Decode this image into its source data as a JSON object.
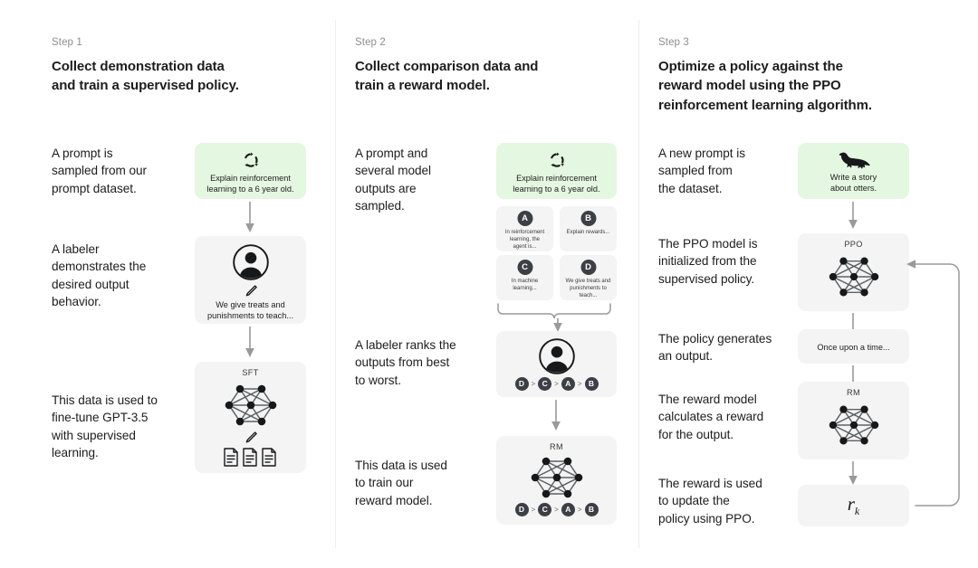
{
  "columns": [
    {
      "kicker": "Step 1",
      "title_line1": "Collect demonstration data",
      "title_line2": "and train a supervised policy.",
      "captions": [
        "A prompt is\nsampled from our\nprompt dataset.",
        "A labeler\ndemonstrates the\ndesired output\nbehavior.",
        "This data is used to\nfine-tune GPT-3.5\nwith supervised\nlearning."
      ],
      "nodes": [
        {
          "name": "prompt-box",
          "icon": "recycle-icon",
          "text": "Explain reinforcement\nlearning to a 6 year old.",
          "style": "green"
        },
        {
          "name": "labeler-box",
          "icon": "person-circle-icon",
          "sub_icon": "pencil-icon",
          "text": "We give treats and\npunishments to teach...",
          "style": "grey"
        },
        {
          "name": "sft-box",
          "label": "SFT",
          "icon": "neural-network-icon",
          "sub_icon": "pencil-icon",
          "extra_icon": "documents-icon",
          "style": "grey"
        }
      ]
    },
    {
      "kicker": "Step 2",
      "title_line1": "Collect comparison data and",
      "title_line2": "train a reward model.",
      "captions": [
        "A prompt and\nseveral model\noutputs are\nsampled.",
        "A labeler ranks the\noutputs from best\nto worst.",
        "This data is used\nto train our\nreward model."
      ],
      "prompt": {
        "icon": "recycle-icon",
        "text": "Explain reinforcement\nlearning to a 6 year old."
      },
      "options": [
        {
          "badge": "A",
          "text": "In reinforcement\nlearning, the\nagent is..."
        },
        {
          "badge": "B",
          "text": "Explain rewards..."
        },
        {
          "badge": "C",
          "text": "In machine\nlearning..."
        },
        {
          "badge": "D",
          "text": "We give treats and\npunishments to\nteach..."
        }
      ],
      "ranking": [
        "D",
        "C",
        "A",
        "B"
      ],
      "ranking_separator": ">",
      "rm_label": "RM"
    },
    {
      "kicker": "Step 3",
      "title_line1": "Optimize a policy against the",
      "title_line2": "reward model using the PPO",
      "title_line3": "reinforcement learning algorithm.",
      "captions": [
        "A new prompt is\nsampled from\nthe dataset.",
        "The PPO model is\ninitialized from the\nsupervised policy.",
        "The policy generates\nan output.",
        "The reward model\ncalculates a reward\nfor the output.",
        "The reward is used\nto update the\npolicy using PPO."
      ],
      "nodes": [
        {
          "name": "new-prompt-box",
          "icon": "otter-icon",
          "text": "Write a story\nabout otters.",
          "style": "green"
        },
        {
          "name": "ppo-box",
          "label": "PPO",
          "icon": "neural-network-icon",
          "style": "grey"
        },
        {
          "name": "output-box",
          "text": "Once upon a time...",
          "style": "grey"
        },
        {
          "name": "rm-box",
          "label": "RM",
          "icon": "neural-network-icon",
          "style": "grey"
        },
        {
          "name": "reward-box",
          "text": "r",
          "subscript": "k",
          "style": "grey"
        }
      ]
    }
  ],
  "colors": {
    "green_box": "#e4f7e0",
    "grey_box": "#f4f4f4",
    "badge": "#3c3f45",
    "arrow": "#9a9a9e",
    "text": "#1d1d1d",
    "kicker": "#8e8e8e"
  }
}
